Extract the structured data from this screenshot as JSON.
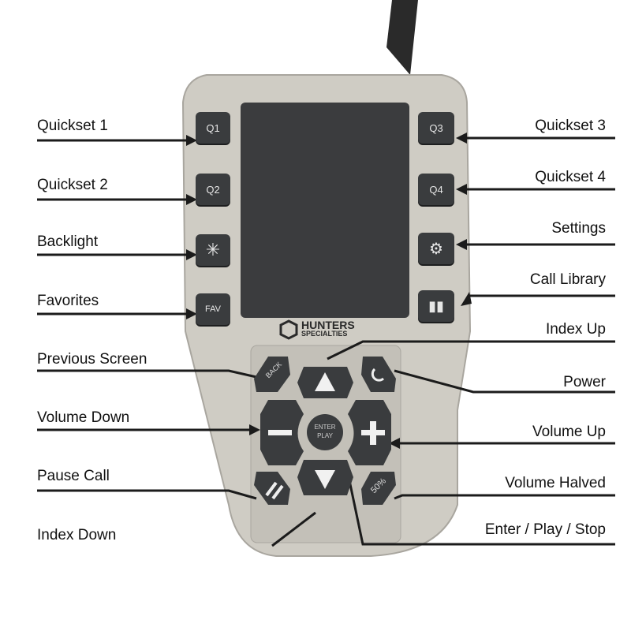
{
  "labels_left": [
    "Quickset 1",
    "Quickset 2",
    "Backlight",
    "Favorites",
    "Previous Screen",
    "Volume Down",
    "Pause Call",
    "Index Down"
  ],
  "labels_right": [
    "Quickset 3",
    "Quickset 4",
    "Settings",
    "Call Library",
    "Index Up",
    "Power",
    "Volume Up",
    "Volume Halved",
    "Enter / Play / Stop"
  ],
  "buttons": {
    "q1": "Q1",
    "q2": "Q2",
    "q3": "Q3",
    "q4": "Q4",
    "fav": "FAV",
    "back": "BACK",
    "enter1": "ENTER",
    "enter2": "PLAY",
    "half": "50%"
  },
  "logo": {
    "line1": "HUNTERS",
    "line2": "SPECIALTIES"
  },
  "colors": {
    "body": "#cfccc4",
    "button": "#3a3c3e",
    "screen": "#3b3c3e"
  }
}
